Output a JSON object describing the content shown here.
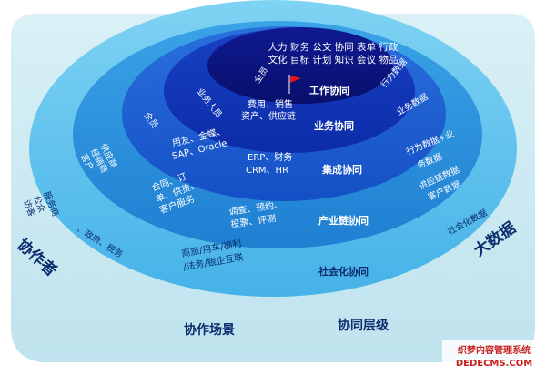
{
  "layers": {
    "work": "工作协同",
    "business": "业务协同",
    "integration": "集成协同",
    "chain": "产业链协同",
    "social": "社会化协同"
  },
  "top_items": {
    "line1": "人力 财务 公文 协同 表单 行政",
    "line2": "文化 目标 计划 知识 会议 物品",
    "quanyuan": "全员",
    "behavior": "行为数据"
  },
  "business_ring": {
    "dept": "业务人员",
    "fee1": "费用、销售",
    "fee2": "资产、供应链",
    "data": "业务数据"
  },
  "integration_ring": {
    "quanyuan": "全员",
    "erp_a1": "用友、金蝶、",
    "erp_a2": "SAP、Oracle",
    "erp_b1": "ERP、财务",
    "erp_b2": "CRM、HR",
    "data1": "行为数据+业",
    "data2": "务数据"
  },
  "chain_ring": {
    "actors": [
      "供应商",
      "经销商",
      "客户"
    ],
    "items_a": [
      "合同、订",
      "单、供货、",
      "客户服务"
    ],
    "items_b": [
      "调查、预约、",
      "投票、评测"
    ],
    "data1": "供应链数据",
    "data2": "客户数据"
  },
  "social_ring": {
    "actors": [
      "服务商",
      "公众",
      "访客"
    ],
    "gov": "、政府、税务",
    "items1": "商旅/用车/福利",
    "items2": "/法务/银企互联",
    "data": "社会化数据"
  },
  "outer": {
    "collaborators": "协作者",
    "big_data": "大数据",
    "scene": "协作场景",
    "level": "协同层级"
  },
  "watermark": {
    "line1": "织梦内容管理系统",
    "line2": "DEDECMS.COM"
  },
  "colors": {
    "bg_outer": "#c9e8f2",
    "ring_social": "#5ec1ec",
    "ring_chain": "#2b8fdb",
    "ring_integration": "#1a5fcf",
    "ring_business": "#0f35b8",
    "ring_work": "#0a1280",
    "label_dark": "#0b2d6e",
    "flag": "#e8141b"
  }
}
